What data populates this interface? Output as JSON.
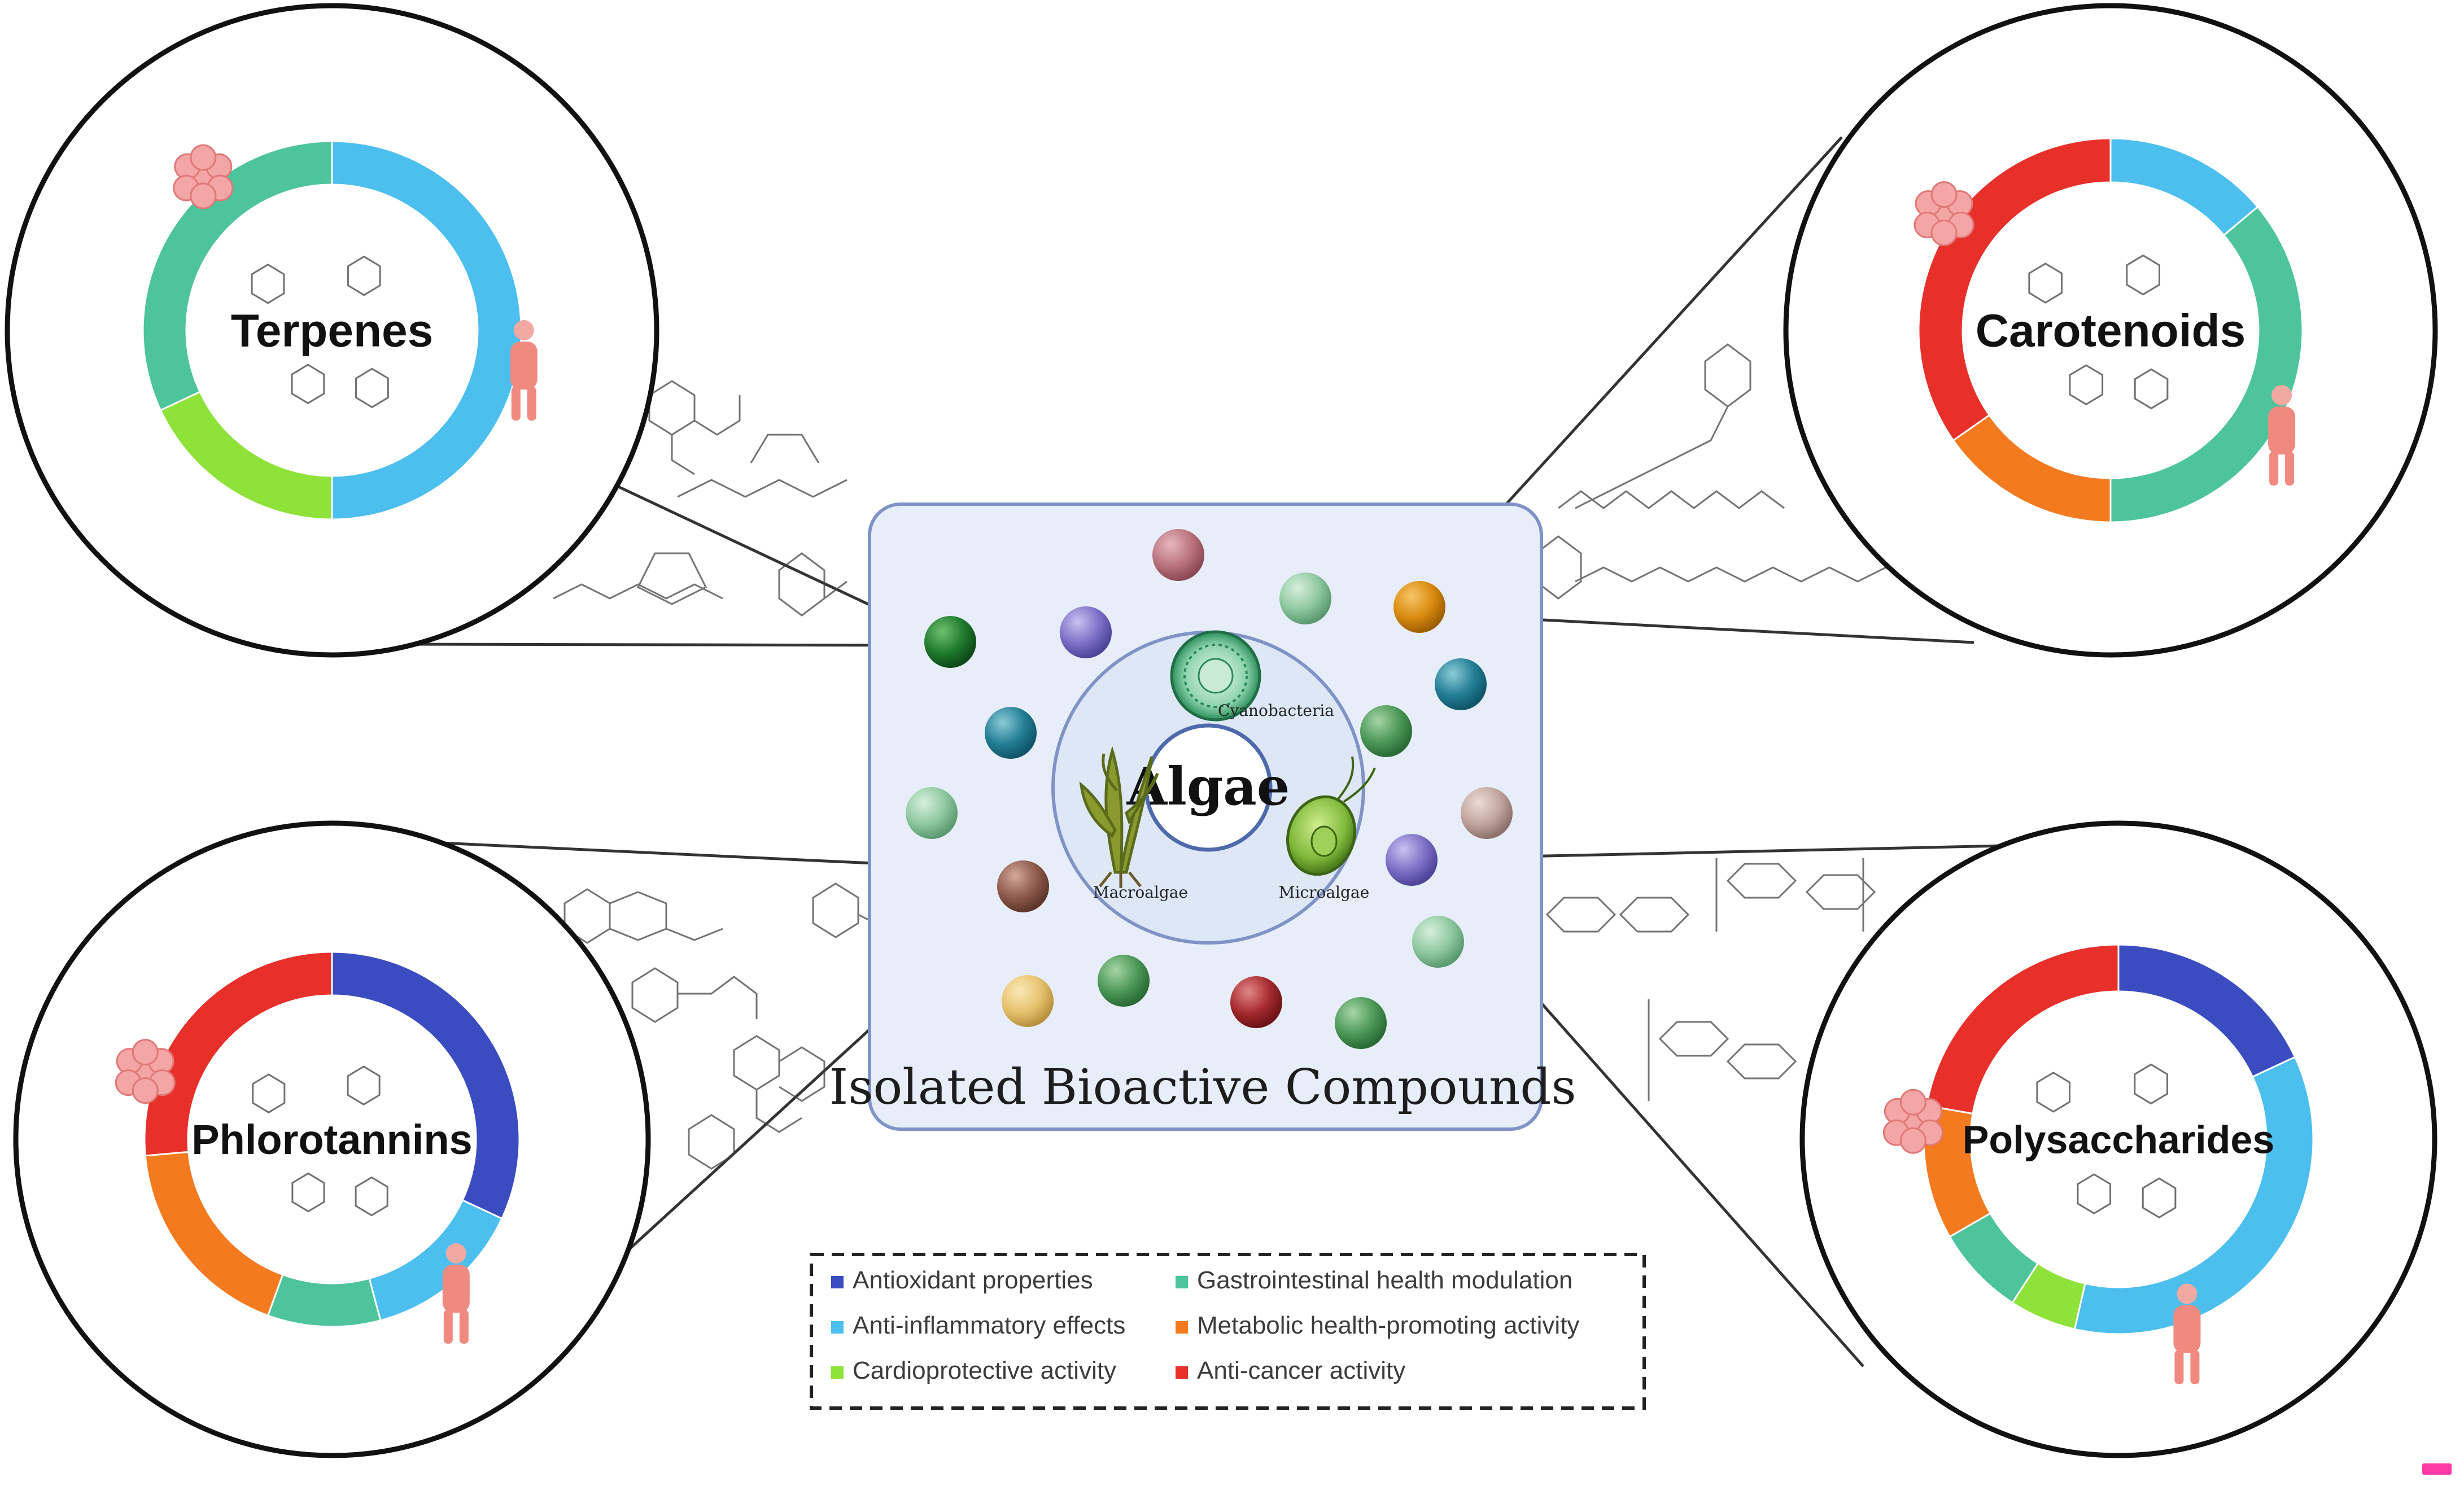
{
  "center": {
    "box_title": "Isolated Bioactive Compounds",
    "core_label": "Algae",
    "sources": [
      "Cyanobacteria",
      "Macroalgae",
      "Microalgae"
    ]
  },
  "compounds": [
    {
      "name": "Terpenes",
      "segments": [
        "antioxidant-none",
        "anti-inflammatory",
        "cardioprotective",
        "gastrointestinal"
      ]
    },
    {
      "name": "Carotenoids",
      "segments": [
        "anti-inflammatory",
        "gastrointestinal",
        "metabolic",
        "anti-cancer"
      ]
    },
    {
      "name": "Phlorotannins",
      "segments": [
        "antioxidant",
        "anti-inflammatory",
        "gastrointestinal",
        "metabolic",
        "anti-cancer"
      ]
    },
    {
      "name": "Polysaccharides",
      "segments": [
        "antioxidant",
        "anti-inflammatory",
        "cardioprotective",
        "gastrointestinal",
        "metabolic",
        "anti-cancer"
      ]
    }
  ],
  "legend": [
    {
      "key": "antioxidant",
      "label": "Antioxidant properties",
      "color": "#3a4cc0"
    },
    {
      "key": "gastrointestinal",
      "label": "Gastrointestinal health modulation",
      "color": "#4dc49b"
    },
    {
      "key": "anti-inflammatory",
      "label": "Anti-inflammatory effects",
      "color": "#4cbfef"
    },
    {
      "key": "metabolic",
      "label": "Metabolic health-promoting activity",
      "color": "#f47a1f"
    },
    {
      "key": "cardioprotective",
      "label": "Cardioprotective activity",
      "color": "#8fe23a"
    },
    {
      "key": "anti-cancer",
      "label": "Anti-cancer activity",
      "color": "#e8302a"
    }
  ],
  "colors": {
    "box_fill": "#e8eef9",
    "box_stroke": "#7f93c6"
  },
  "icons": [
    "human-body-icon",
    "tumor-cell-icon",
    "heart-icon",
    "gut-icon",
    "molecule-structure-icon"
  ]
}
